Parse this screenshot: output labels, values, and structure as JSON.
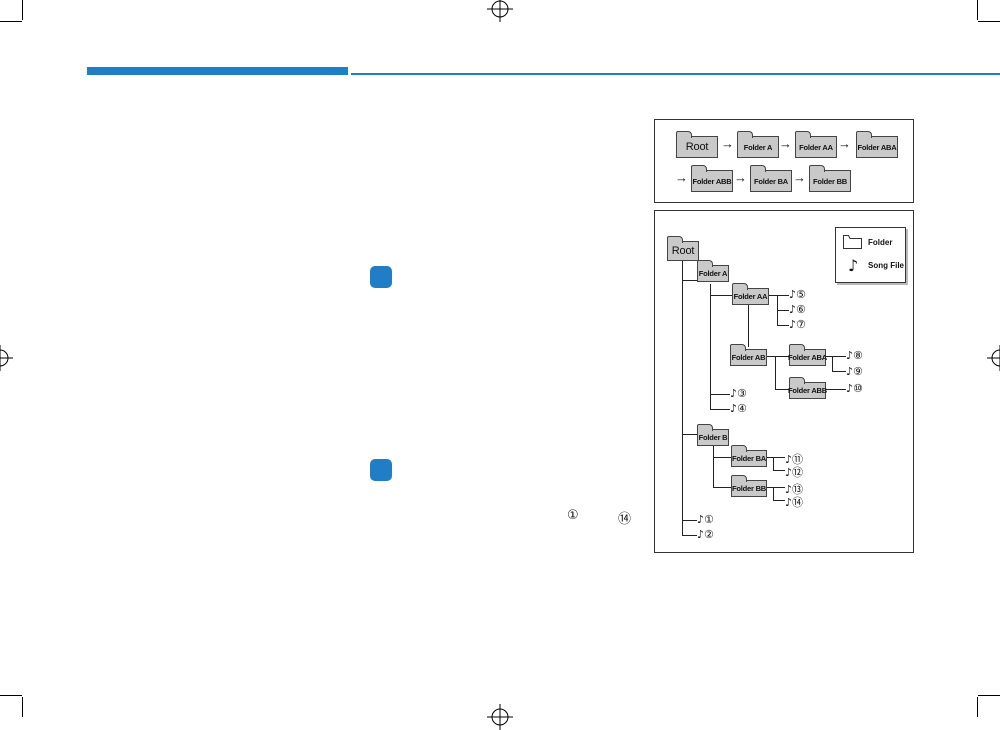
{
  "steps": [
    {
      "bullet_color": "#1e7fc5"
    },
    {
      "bullet_color": "#1e7fc5"
    }
  ],
  "footnote": {
    "first": "①",
    "last": "⑭"
  },
  "sequence": {
    "row1": [
      "Root",
      "Folder A",
      "Folder AA",
      "Folder ABA"
    ],
    "row2": [
      "Folder ABB",
      "Folder BA",
      "Folder BB"
    ],
    "arrow": "→"
  },
  "legend": {
    "folder_label": "Folder",
    "song_label": "Song File"
  },
  "tree": {
    "root": "Root",
    "folder_a": "Folder A",
    "folder_aa": "Folder AA",
    "folder_ab": "Folder AB",
    "folder_aba": "Folder ABA",
    "folder_abb": "Folder ABB",
    "folder_b": "Folder B",
    "folder_ba": "Folder BA",
    "folder_bb": "Folder BB",
    "songs": {
      "s1": "♪①",
      "s2": "♪②",
      "s3": "♪③",
      "s4": "♪④",
      "s5": "♪⑤",
      "s6": "♪⑥",
      "s7": "♪⑦",
      "s8": "♪⑧",
      "s9": "♪⑨",
      "s10": "♪⑩",
      "s11": "♪⑪",
      "s12": "♪⑫",
      "s13": "♪⑬",
      "s14": "♪⑭"
    }
  },
  "colors": {
    "accent": "#1e7fc5",
    "folder_fill": "#c9c9c9"
  }
}
